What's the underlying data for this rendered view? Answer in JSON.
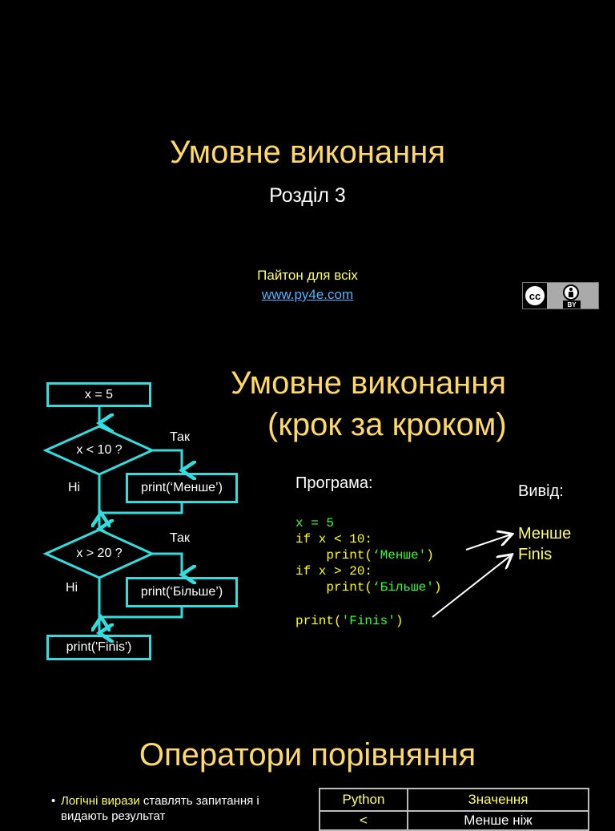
{
  "slide1": {
    "title": "Умовне виконання",
    "subtitle": "Розділ 3",
    "course": "Пайтон для всіх",
    "url": "www.py4e.com",
    "license": {
      "icon": "cc-by-icon",
      "cc_text": "cc",
      "by_text": "BY"
    }
  },
  "slide2": {
    "title_line1": "Умовне виконання",
    "title_line2": "(крок за кроком)",
    "flowchart": {
      "box1": "x = 5",
      "diamond1": "x < 10 ?",
      "yes1": "Так",
      "no1": "Ні",
      "box2": "print(‘Менше’)",
      "diamond2": "x > 20 ?",
      "yes2": "Так",
      "no2": "Ні",
      "box3": "print(‘Більше’)",
      "box4": "print('Finis')"
    },
    "program_label": "Програма:",
    "code": {
      "line1": "x = 5",
      "line2_kw": "if",
      "line2_rest": " x < 10:",
      "line3_pre": "    print(",
      "line3_str": "‘Менше'",
      "line3_post": ")",
      "line4_kw": "if",
      "line4_rest": " x > 20:",
      "line5_pre": "    print(",
      "line5_str": "‘Більше'",
      "line5_post": ")",
      "line7_pre": "print(",
      "line7_str": "'Finis'",
      "line7_post": ")"
    },
    "output_label": "Вивід:",
    "output_lines": [
      "Менше",
      "Finis"
    ]
  },
  "slide3": {
    "title": "Оператори порівняння",
    "bullet_hl": "Логічні вирази",
    "bullet_rest": " ставлять запитання і видають результат",
    "table": {
      "headers": [
        "Python",
        "Значення"
      ],
      "row1": [
        "<",
        "Менше ніж"
      ]
    }
  },
  "colors": {
    "background": "#000000",
    "title": "#ffd966",
    "highlight": "#ffff66",
    "flow": "#33dddd",
    "link": "#4fb3ff",
    "code_keyword": "#ffff00",
    "code_string": "#33ff33"
  }
}
